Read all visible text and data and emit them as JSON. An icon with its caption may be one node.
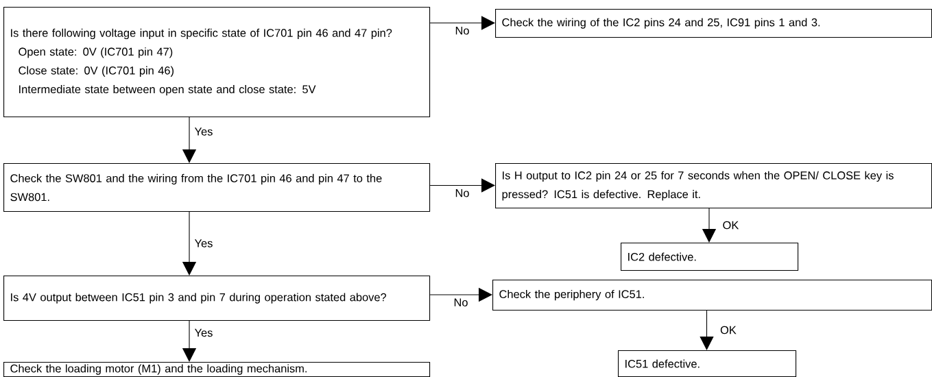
{
  "diagram": {
    "nodes": [
      {
        "text": [
          "Is there following voltage input in specific state of IC701 pin 46 and 47 pin?",
          "Open state: 0V (IC701 pin 47)",
          "Close state: 0V (IC701 pin 46)",
          "Intermediate state between open state and close state: 5V"
        ]
      },
      {
        "text": [
          "Check the wiring of the IC2 pins 24 and 25, IC91 pins 1 and 3."
        ]
      },
      {
        "text": [
          "Check the  SW801 and the wiring from the IC701 pin 46 and pin 47 to the SW801."
        ]
      },
      {
        "text": [
          "Is H output to IC2 pin 24 or 25 for 7 seconds when the OPEN/ CLOSE key is pressed? IC51 is defective. Replace it."
        ]
      },
      {
        "text": [
          "IC2 defective."
        ]
      },
      {
        "text": [
          "Is 4V output between IC51 pin 3 and pin 7 during operation stated above?"
        ]
      },
      {
        "text": [
          "Check the periphery of IC51."
        ]
      },
      {
        "text": [
          "IC51 defective."
        ]
      },
      {
        "text": [
          "Check the loading motor (M1) and the loading mechanism."
        ]
      }
    ],
    "edges": [
      {
        "from": 0,
        "to": 1,
        "arrow": "to",
        "label": "No"
      },
      {
        "from": 0,
        "to": 2,
        "arrow": "to",
        "label": "Yes"
      },
      {
        "from": 2,
        "to": 3,
        "arrow": "to",
        "label": "No"
      },
      {
        "from": 3,
        "to": 4,
        "arrow": "to",
        "label": "OK"
      },
      {
        "from": 2,
        "to": 5,
        "arrow": "to",
        "label": "Yes"
      },
      {
        "from": 5,
        "to": 6,
        "arrow": "to",
        "label": "No"
      },
      {
        "from": 6,
        "to": 7,
        "arrow": "to",
        "label": "OK"
      },
      {
        "from": 5,
        "to": 8,
        "arrow": "to",
        "label": "Yes"
      }
    ]
  }
}
